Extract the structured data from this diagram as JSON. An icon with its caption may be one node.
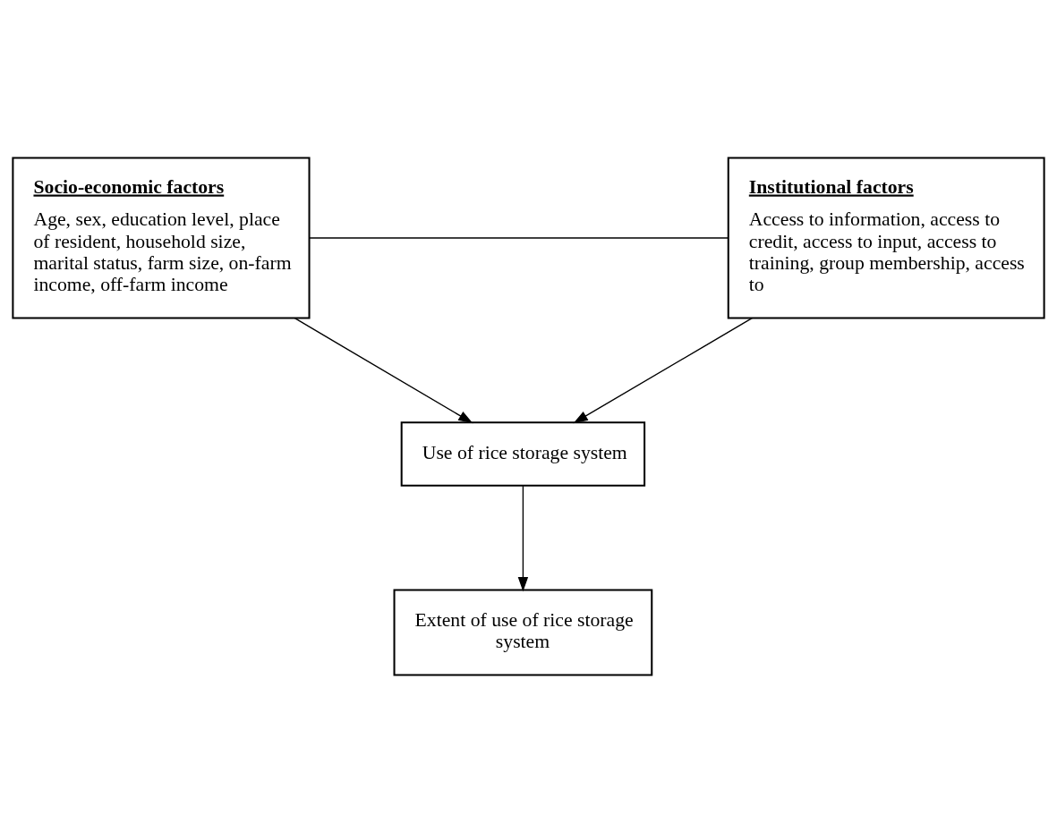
{
  "diagram": {
    "nodes": [
      {
        "text": [
          "Socio-economic factors",
          "Age, sex, education level, place of resident, household size, marital status, farm size, on-farm income, off-farm income"
        ]
      },
      {
        "text": [
          "Institutional factors",
          "Access to information, access to credit, access to input, access to training, group membership, access to"
        ]
      },
      {
        "text": [
          "Use of rice storage system"
        ]
      },
      {
        "text": [
          "Extent of use of rice storage system"
        ]
      }
    ],
    "edges": [
      {
        "from": 0,
        "to": 1,
        "arrow": "none"
      },
      {
        "from": 0,
        "to": 2,
        "arrow": "to"
      },
      {
        "from": 1,
        "to": 2,
        "arrow": "to"
      },
      {
        "from": 2,
        "to": 3,
        "arrow": "to"
      }
    ]
  }
}
